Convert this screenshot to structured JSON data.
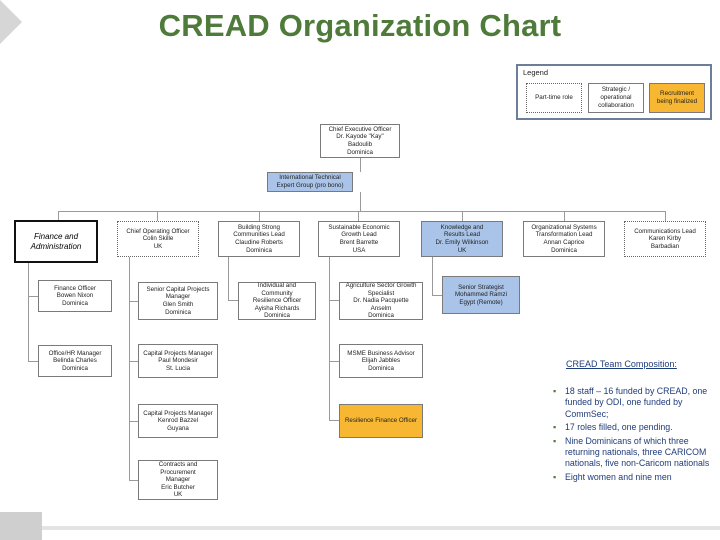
{
  "title": "CREAD Organization Chart",
  "legend": {
    "title": "Legend",
    "part_time": "Part-time role",
    "strategic": "Strategic / operational collaboration",
    "recruitment": "Recruitment being finalized"
  },
  "ceo": {
    "lines": [
      "Chief Executive Officer",
      "Dr. Kayode \"Kay\"",
      "Badoulib",
      "Dominica"
    ]
  },
  "intl_group": {
    "lines": [
      "International Technical",
      "Expert Group (pro bono)"
    ]
  },
  "top_row": [
    {
      "key": "finance",
      "lines": [
        "Finance and",
        "Administration"
      ]
    },
    {
      "key": "coo",
      "lines": [
        "Chief Operating Officer",
        "Colin Skille",
        "UK"
      ]
    },
    {
      "key": "bsc",
      "lines": [
        "Building Strong",
        "Communities Lead",
        "Claudine Roberts",
        "Dominica"
      ]
    },
    {
      "key": "sustainable",
      "lines": [
        "Sustainable Economic",
        "Growth Lead",
        "Brent Barrette",
        "USA"
      ]
    },
    {
      "key": "knowledge",
      "lines": [
        "Knowledge and",
        "Results Lead",
        "Dr. Emily Wilkinson",
        "UK"
      ]
    },
    {
      "key": "orgsys",
      "lines": [
        "Organizational Systems",
        "Transformation Lead",
        "Annan Caprice",
        "Dominica"
      ]
    },
    {
      "key": "comms",
      "lines": [
        "Communications Lead",
        "Karen Kirby",
        "Barbadian"
      ]
    }
  ],
  "finance_children": [
    {
      "lines": [
        "Finance Officer",
        "Bowen Nixon",
        "Dominica"
      ]
    },
    {
      "lines": [
        "Office/HR Manager",
        "Belinda Charles",
        "Dominica"
      ]
    }
  ],
  "coo_children": [
    {
      "lines": [
        "Senior Capital Projects",
        "Manager",
        "Glen Smith",
        "Dominica"
      ]
    },
    {
      "lines": [
        "Capital Projects Manager",
        "Paul Mondesir",
        "St. Lucia"
      ]
    },
    {
      "lines": [
        "Capital Projects Manager",
        "Kenrod Bazzel",
        "Guyana"
      ]
    },
    {
      "lines": [
        "Contracts and Procurement",
        "Manager",
        "Eric Butcher",
        "UK"
      ]
    }
  ],
  "bsc_children": [
    {
      "lines": [
        "Individual and Community",
        "Resilience Officer",
        "Ayisha Richards",
        "Dominica"
      ]
    }
  ],
  "sustainable_children": [
    {
      "lines": [
        "Agriculture Sector Growth",
        "Specialist",
        "Dr. Nadia Pacquette Anselm",
        "Dominica"
      ]
    },
    {
      "lines": [
        "MSME Business Advisor",
        "Elijah Jabbles",
        "Dominica"
      ]
    },
    {
      "lines": [
        "Resilience Finance Officer"
      ]
    }
  ],
  "knowledge_children": [
    {
      "lines": [
        "Senior Strategist",
        "Mohammed Ramzi",
        "Egypt (Remote)"
      ]
    }
  ],
  "team": {
    "title": "CREAD Team Composition:",
    "bullets": [
      "18 staff – 16 funded by CREAD, one funded by ODI, one funded by CommSec;",
      "17 roles filled, one pending.",
      "Nine Dominicans of which three returning nationals, three CARICOM nationals, five non-Caricom nationals",
      "Eight women and nine men"
    ]
  },
  "colors": {
    "title": "#4e7a3a",
    "blue_box": "#a9c4e8",
    "orange_box": "#f7b733",
    "team_text": "#1f3c7a"
  }
}
